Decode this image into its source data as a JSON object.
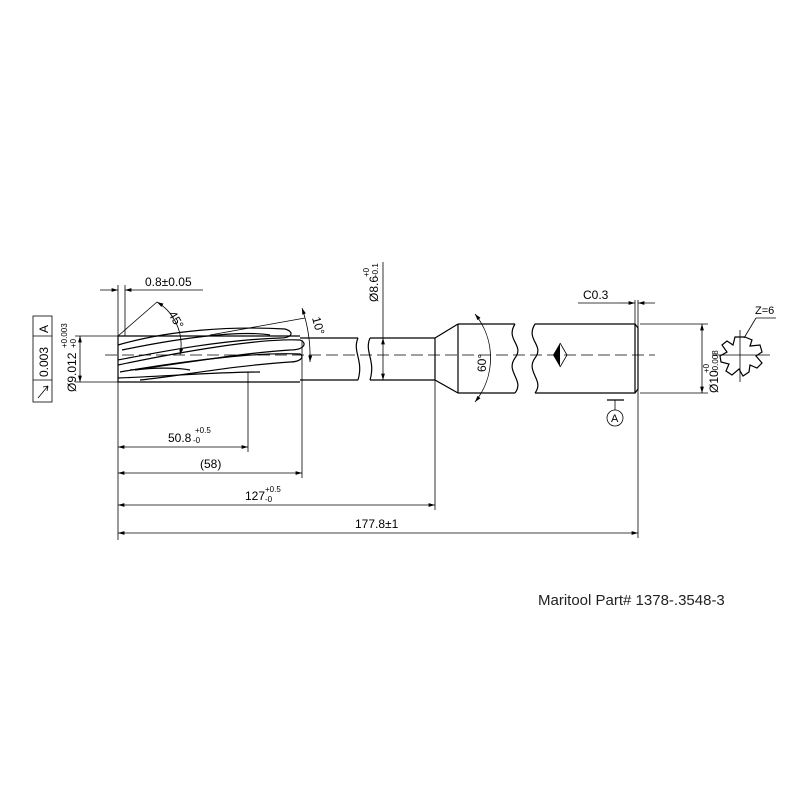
{
  "drawing": {
    "dimensions": {
      "chamfer_width": "0.8±0.05",
      "lead_angle": "45°",
      "helix_angle": "10°",
      "cutting_diameter": {
        "base": "Ø9.012",
        "upper": "+0.003",
        "lower": "+0"
      },
      "neck_diameter": {
        "base": "Ø8.6",
        "upper": "+0",
        "lower": "-0.1"
      },
      "cone_angle": "60°",
      "shank_chamfer": "C0.3",
      "shank_diameter": {
        "base": "Ø10",
        "upper": "+0",
        "lower": "-0.008"
      },
      "flute_count": "Z=6",
      "flute_length": {
        "base": "50.8",
        "upper": "+0.5",
        "lower": "-0"
      },
      "cut_length_ref": "(58)",
      "neck_length": {
        "base": "127",
        "upper": "+0.5",
        "lower": "-0"
      },
      "overall_length": "177.8±1"
    },
    "tolerance_frame": {
      "symbol": "runout",
      "value": "0.003",
      "datum": "A"
    },
    "datum_label": "A"
  },
  "caption": "Maritool Part# 1378-.3548-3"
}
